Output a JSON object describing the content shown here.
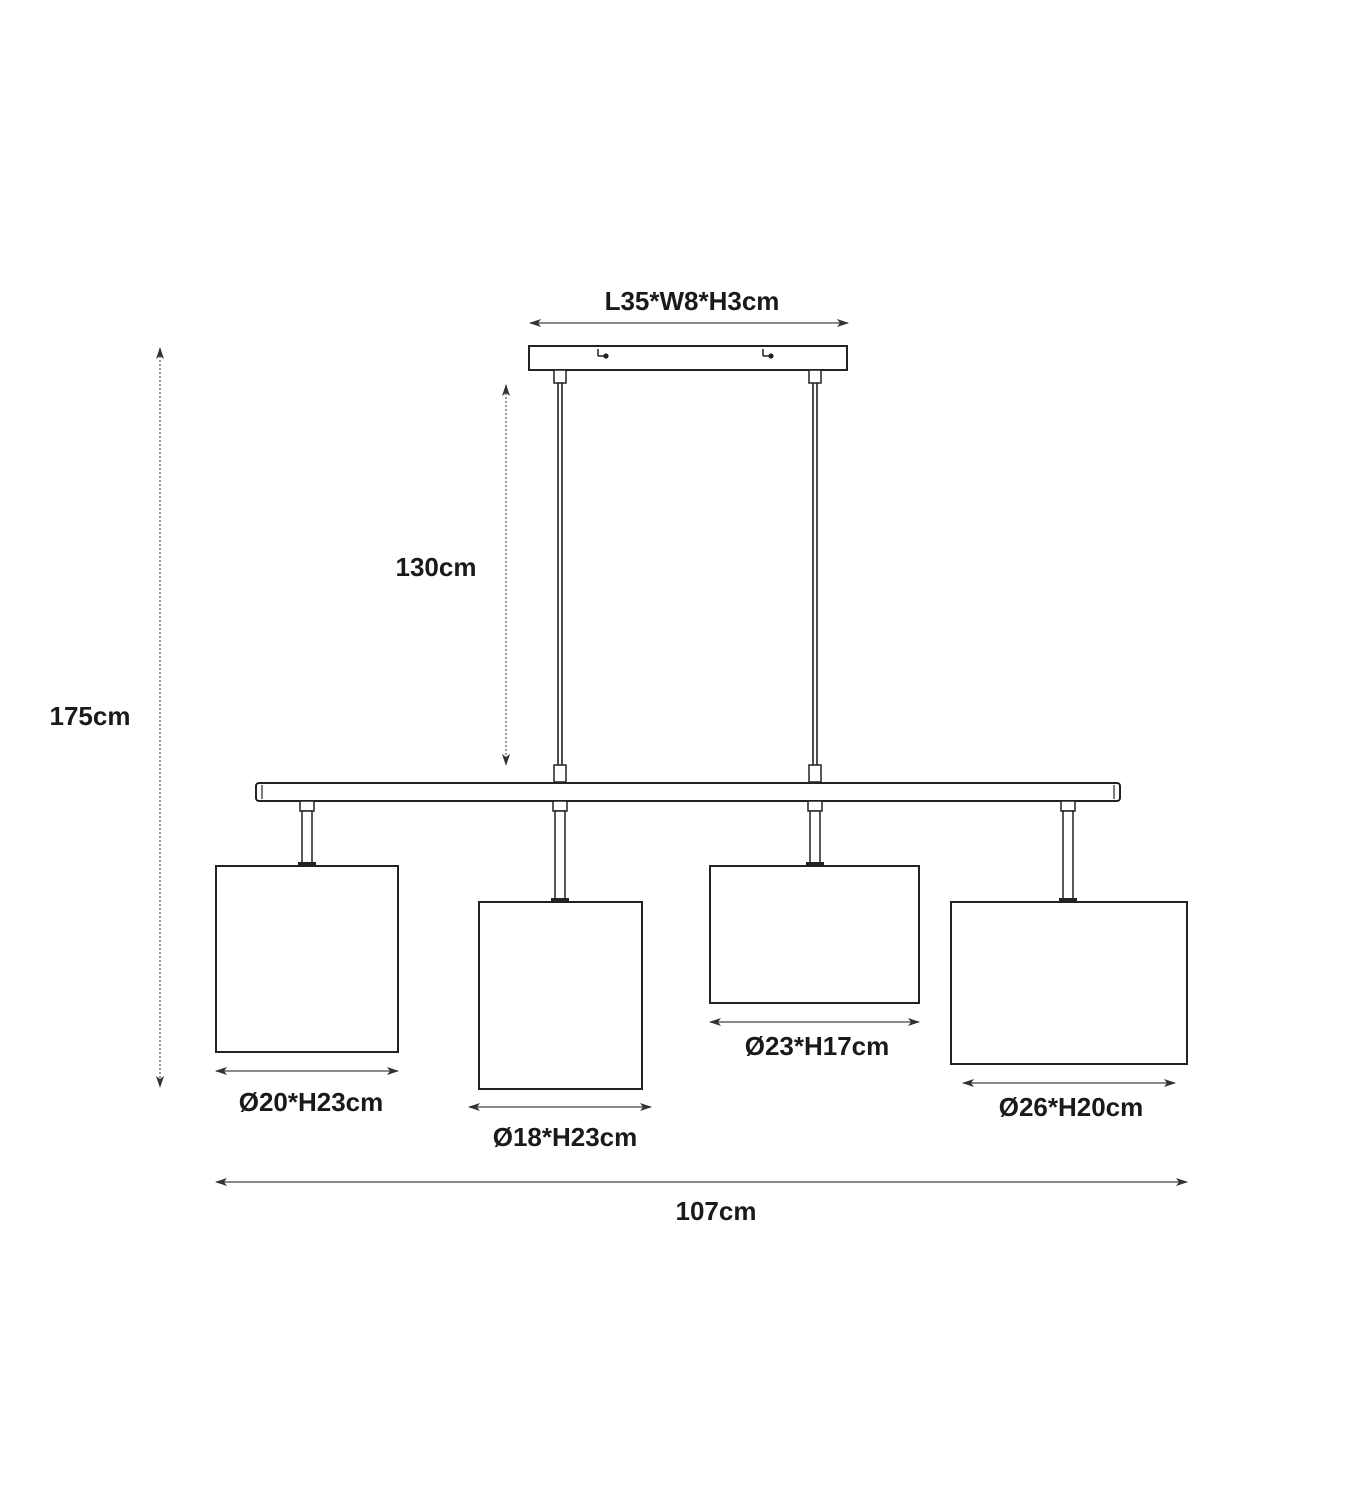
{
  "dimensions": {
    "canopy": "L35*W8*H3cm",
    "cable_length": "130cm",
    "total_height": "175cm",
    "total_width": "107cm"
  },
  "shades": [
    {
      "label": "Ø20*H23cm"
    },
    {
      "label": "Ø18*H23cm"
    },
    {
      "label": "Ø23*H17cm"
    },
    {
      "label": "Ø26*H20cm"
    }
  ],
  "colors": {
    "line": "#222222",
    "text": "#1a1a1a",
    "background": "#ffffff"
  }
}
